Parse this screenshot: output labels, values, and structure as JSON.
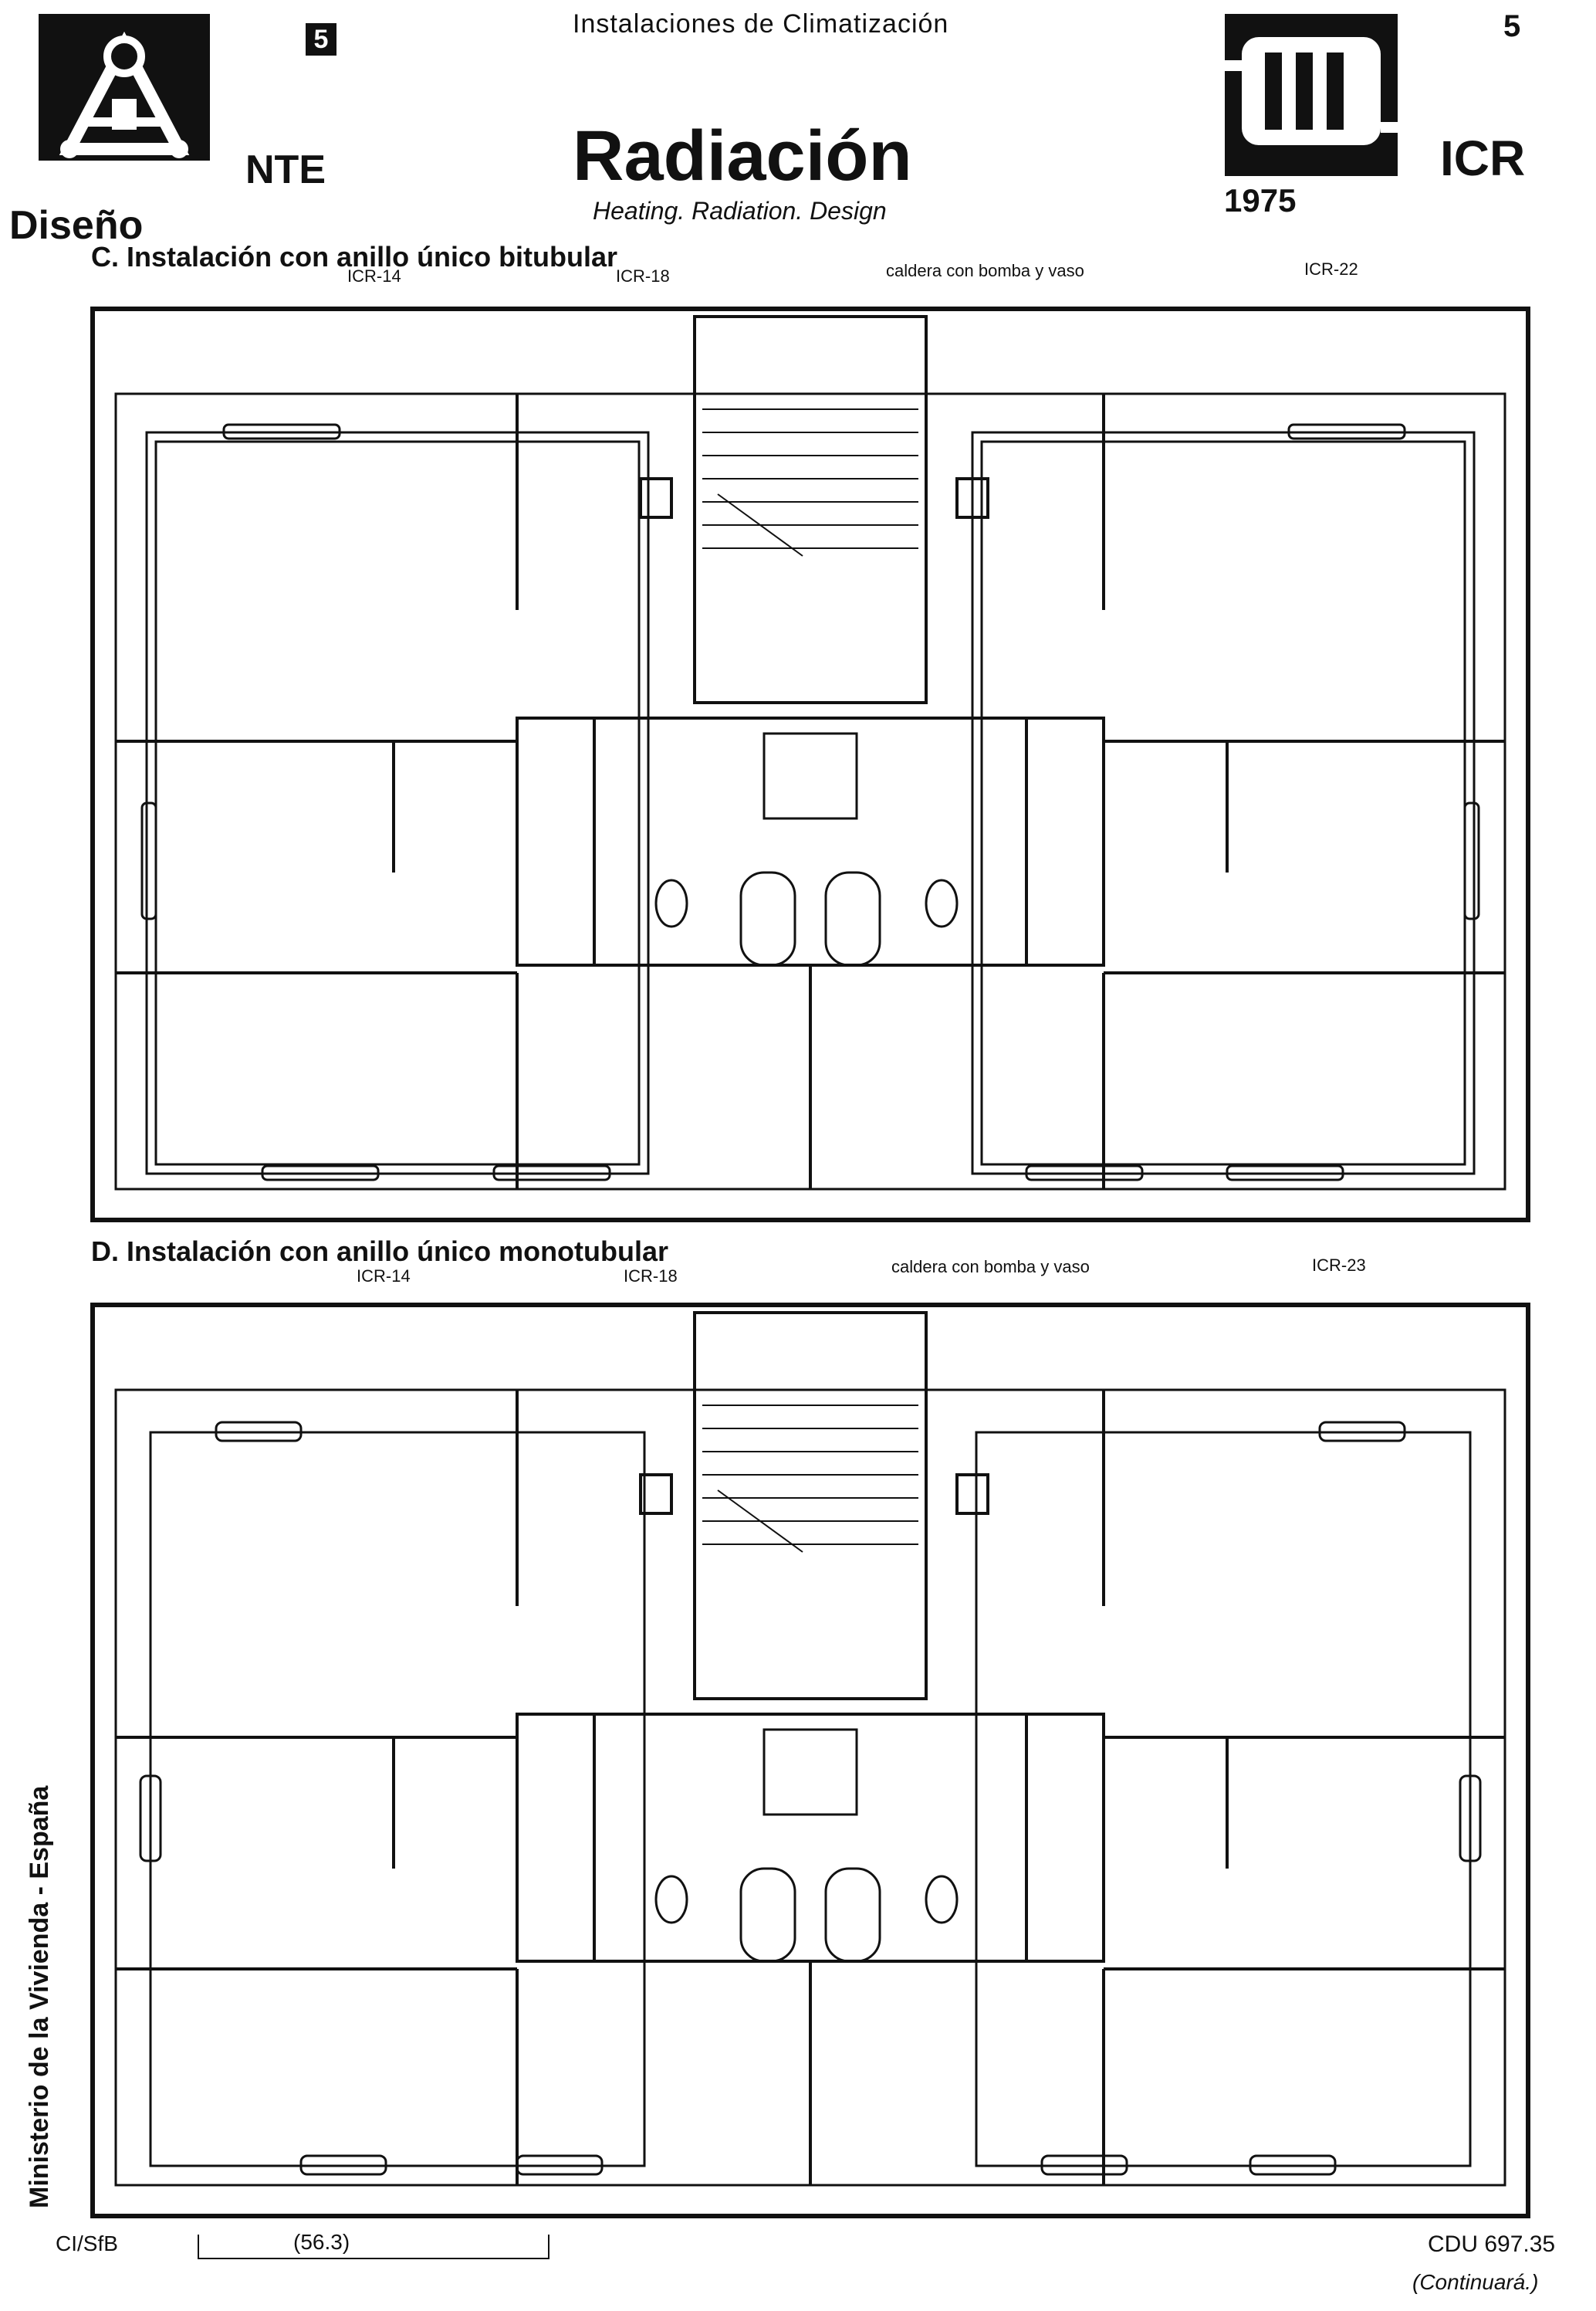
{
  "header": {
    "section_number_left": "5",
    "section_number_right": "5",
    "series_title": "Instalaciones de Climatización",
    "brand": "NTE",
    "category": "Diseño",
    "main_title": "Radiación",
    "subtitle_en": "Heating. Radiation. Design",
    "code": "ICR",
    "year": "1975"
  },
  "plans": [
    {
      "heading": "C. Instalación con anillo único bitubular",
      "labels": {
        "left": "ICR-14",
        "center": "ICR-18",
        "boiler": "caldera con bomba y vaso",
        "right": "ICR-22"
      }
    },
    {
      "heading": "D. Instalación con anillo único monotubular",
      "labels": {
        "left": "ICR-14",
        "center": "ICR-18",
        "boiler": "caldera con bomba y vaso",
        "right": "ICR-23"
      }
    }
  ],
  "footer": {
    "publisher": "Ministerio de la Vivienda - España",
    "cisfb": "CI/SfB",
    "cisfb_code": "(56.3)",
    "cdu": "CDU  697.35",
    "continued": "(Continuará.)"
  },
  "colors": {
    "ink": "#111111",
    "paper": "#ffffff"
  }
}
